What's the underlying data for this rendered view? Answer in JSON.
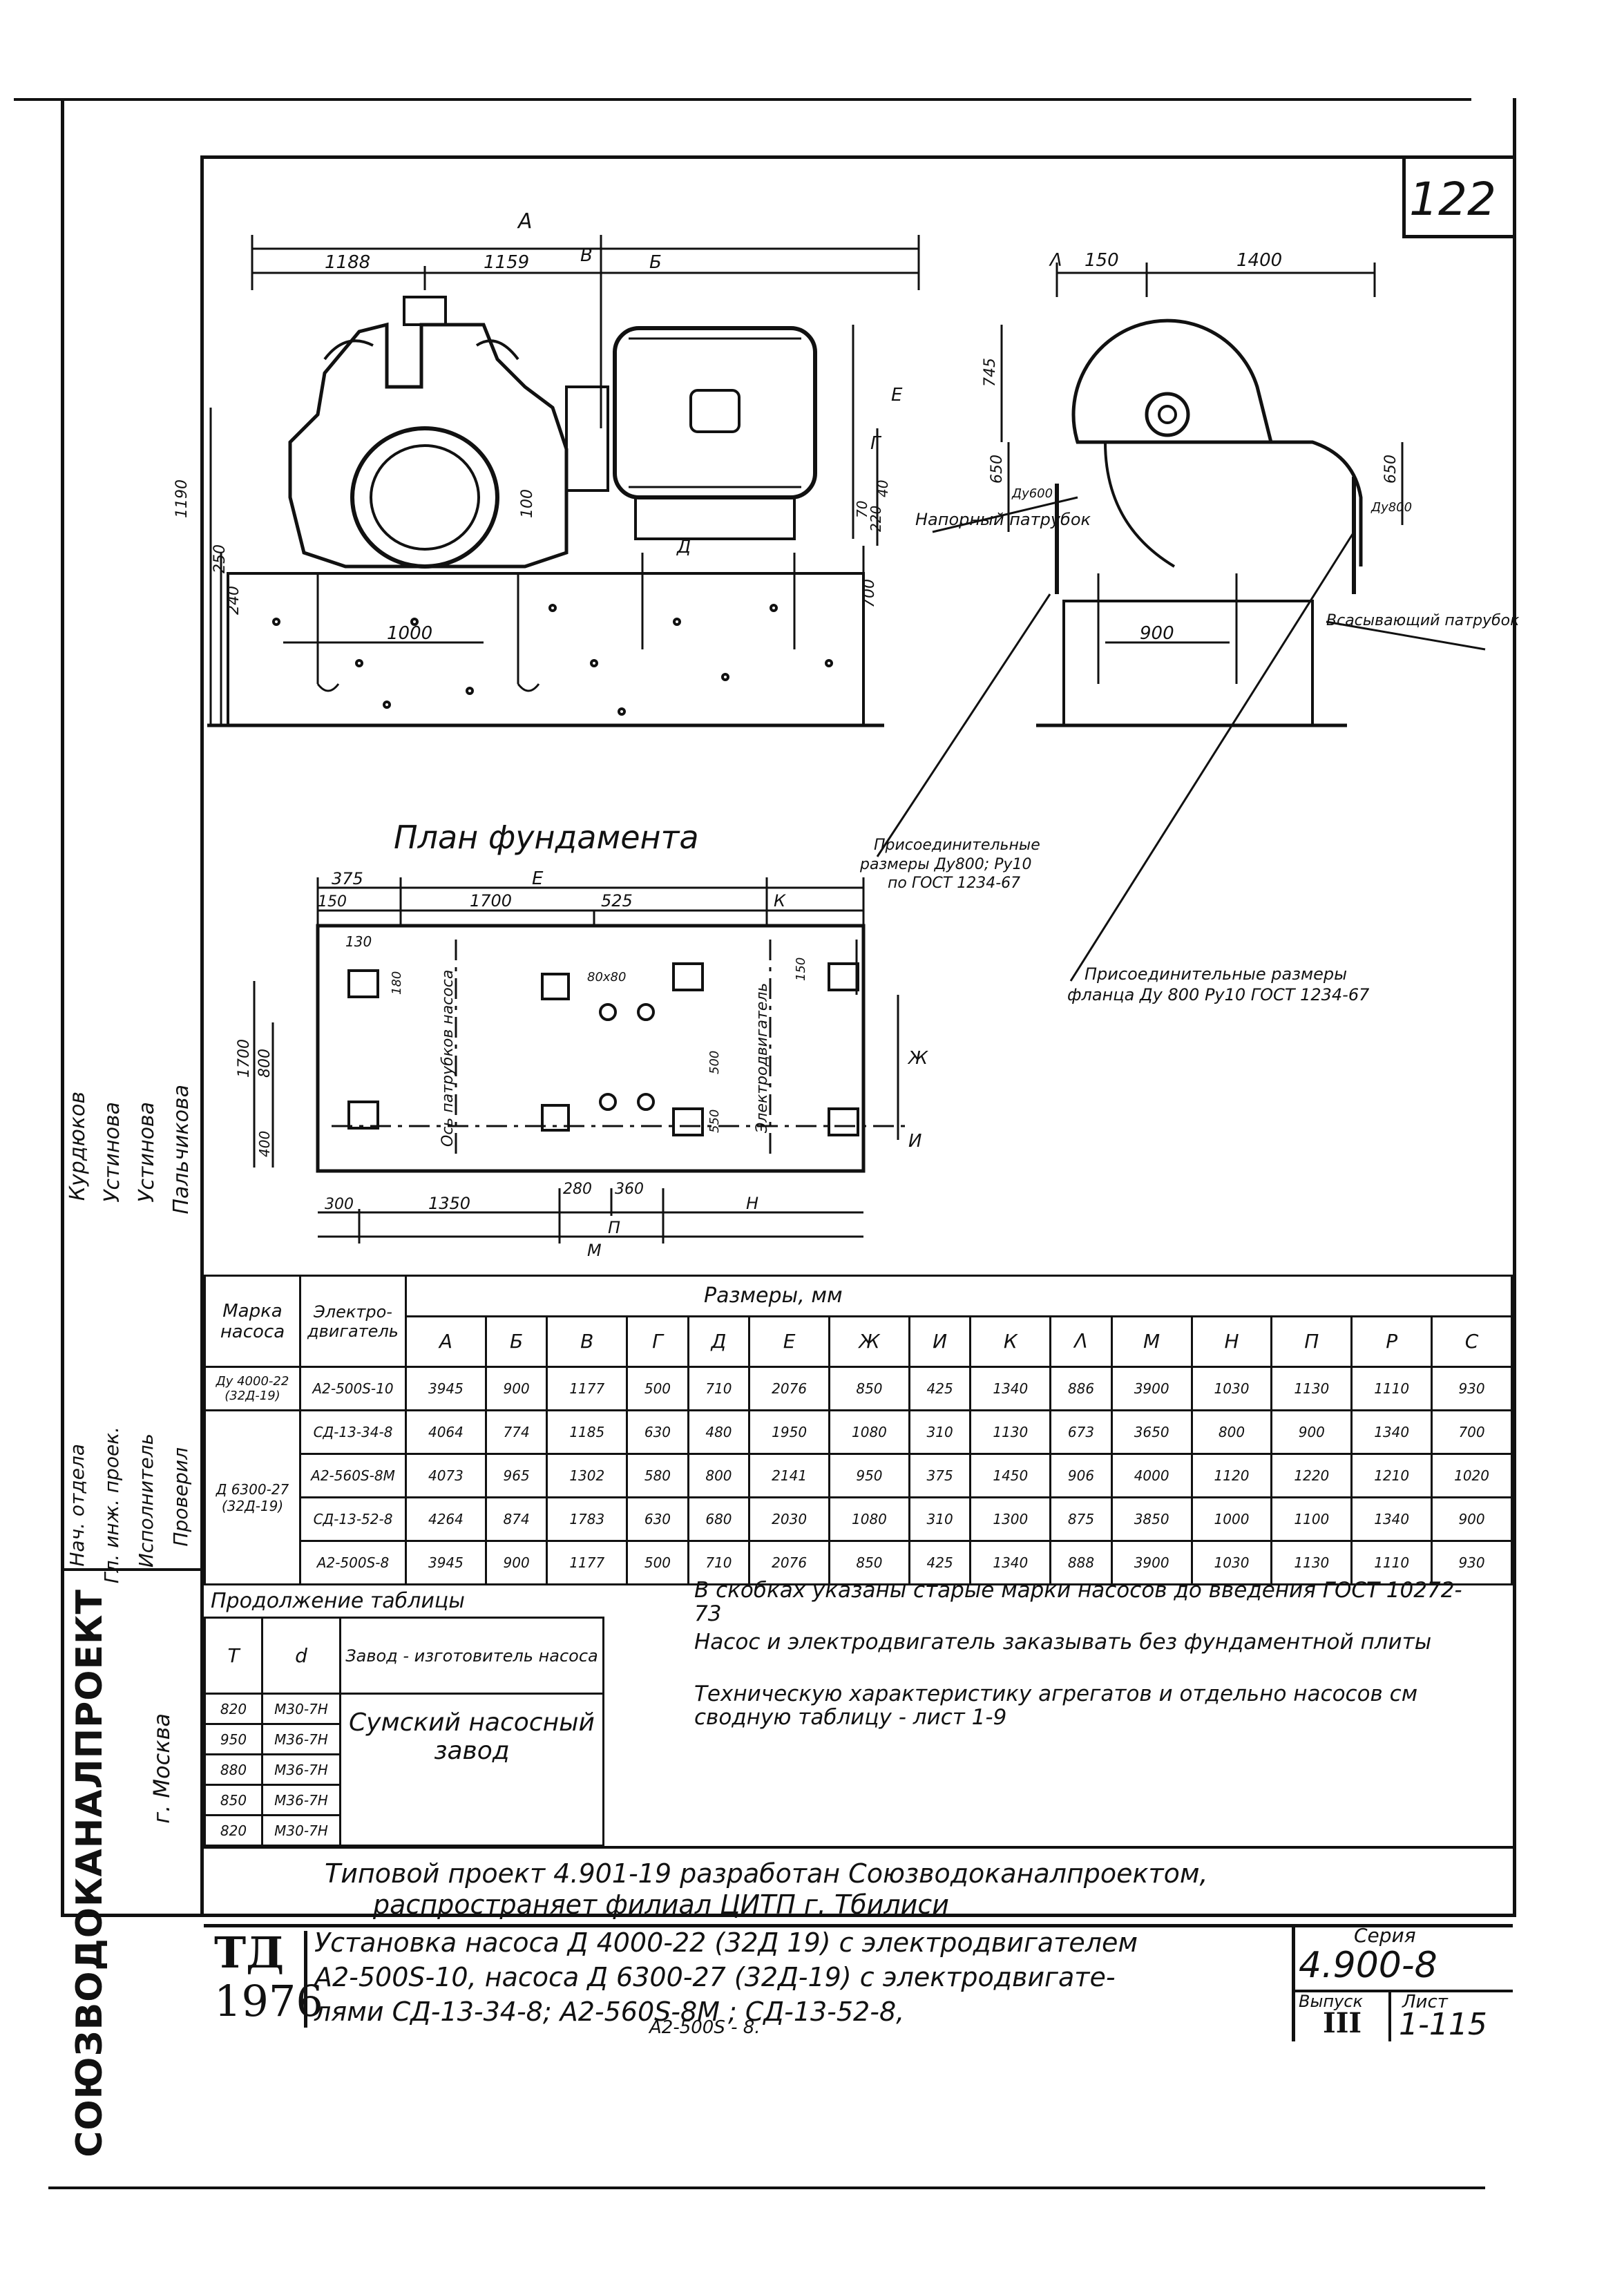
{
  "sheet_number": "122",
  "elevation_dims": {
    "A": "A",
    "d1188": "1188",
    "d1159": "1159",
    "B": "В",
    "Bb": "Б",
    "d1190": "1190",
    "d1000": "1000",
    "d240": "240",
    "d250": "250",
    "d700": "700",
    "d100": "100",
    "E": "Е",
    "G": "Г",
    "d40": "40",
    "d70": "70",
    "d220": "220",
    "D": "Д"
  },
  "side_dims": {
    "L": "Λ",
    "d150": "150",
    "d1400": "1400",
    "d745": "745",
    "d650a": "650",
    "d650b": "650",
    "du600": "Ду600",
    "du800": "Ду800",
    "d900": "900"
  },
  "callouts": {
    "discharge": "Напорный патрубок",
    "suction": "Всасывающий патрубок",
    "conn1_line1": "Присоединительные",
    "conn1_line2": "размеры Ду800; Ру10",
    "conn1_line3": "по ГОСТ 1234-67",
    "conn2_line1": "Присоединительные размеры",
    "conn2_line2": "фланца Ду 800 Ру10 ГОСТ 1234-67"
  },
  "plan": {
    "title": "План фундамента",
    "d375": "375",
    "E": "Е",
    "d150": "150",
    "d1700": "1700",
    "d525": "525",
    "K": "К",
    "d130": "130",
    "d180": "180",
    "d80x80": "80х80",
    "d1700v": "1700",
    "d800": "800",
    "d400": "400",
    "d500": "500",
    "d550": "550",
    "d150b": "150",
    "Zh": "Ж",
    "I": "И",
    "d300": "300",
    "d1350": "1350",
    "d280": "280",
    "d360": "360",
    "P": "П",
    "N": "Н",
    "M": "М",
    "pump_axis": "Ось патрубков насоса",
    "motor_label": "Электродвигатель"
  },
  "table": {
    "col_pump": "Марка насоса",
    "col_motor": "Электро-двигатель",
    "dims_header": "Размеры, мм",
    "letters": [
      "А",
      "Б",
      "В",
      "Г",
      "Д",
      "Е",
      "Ж",
      "И",
      "К",
      "Λ",
      "М",
      "Н",
      "П",
      "Р",
      "С"
    ],
    "group1_pump": "Ду 4000-22 (32Д-19)",
    "group2_pump": "Д 6300-27 (32Д-19)",
    "rows": [
      {
        "motor": "А2-500S-10",
        "values": [
          "3945",
          "900",
          "1177",
          "500",
          "710",
          "2076",
          "850",
          "425",
          "1340",
          "886",
          "3900",
          "1030",
          "1130",
          "1110",
          "930"
        ]
      },
      {
        "motor": "СД-13-34-8",
        "values": [
          "4064",
          "774",
          "1185",
          "630",
          "480",
          "1950",
          "1080",
          "310",
          "1130",
          "673",
          "3650",
          "800",
          "900",
          "1340",
          "700"
        ]
      },
      {
        "motor": "А2-560S-8М",
        "values": [
          "4073",
          "965",
          "1302",
          "580",
          "800",
          "2141",
          "950",
          "375",
          "1450",
          "906",
          "4000",
          "1120",
          "1220",
          "1210",
          "1020"
        ]
      },
      {
        "motor": "СД-13-52-8",
        "values": [
          "4264",
          "874",
          "1783",
          "630",
          "680",
          "2030",
          "1080",
          "310",
          "1300",
          "875",
          "3850",
          "1000",
          "1100",
          "1340",
          "900"
        ]
      },
      {
        "motor": "А2-500S-8",
        "values": [
          "3945",
          "900",
          "1177",
          "500",
          "710",
          "2076",
          "850",
          "425",
          "1340",
          "888",
          "3900",
          "1030",
          "1130",
          "1110",
          "930"
        ]
      }
    ]
  },
  "continuation": {
    "title": "Продолжение таблицы",
    "col_t": "Т",
    "col_d": "d",
    "col_maker": "Завод - изготовитель насоса",
    "rows": [
      {
        "t": "820",
        "d": "М30-7Н"
      },
      {
        "t": "950",
        "d": "М36-7Н"
      },
      {
        "t": "880",
        "d": "М36-7Н"
      },
      {
        "t": "850",
        "d": "М36-7Н"
      },
      {
        "t": "820",
        "d": "М30-7Н"
      }
    ],
    "maker": "Сумский насосный завод"
  },
  "notes": {
    "n1": "В скобках указаны старые марки насосов до введения ГОСТ 10272-73",
    "n2": "Насос и электродвигатель заказывать без фундаментной плиты",
    "n3": "Техническую характеристику агрегатов и отдельно насосов см сводную таблицу - лист 1-9"
  },
  "project_note_line1": "Типовой проект 4.901-19 разработан Союзводоканалпроектом,",
  "project_note_line2": "распространяет филиал ЦИТП г. Тбилиси",
  "title_block": {
    "td": "ТД",
    "year": "1976",
    "title_line1": "Установка насоса Д 4000-22 (32Д 19) с электродвигателем",
    "title_line2": "А2-500S-10, насоса Д 6300-27 (32Д-19) с электродвигате-",
    "title_line3": "лями СД-13-34-8; А2-560S-8М ; СД-13-52-8,",
    "title_line4": "А2-500S - 8.",
    "series_label": "Серия",
    "series_value": "4.900-8",
    "issue_label": "Выпуск",
    "issue_value": "III",
    "sheet_label": "Лист",
    "sheet_value": "1-115"
  },
  "side_block": {
    "org": "СОЮЗВОДОКАНАЛПРОЕКТ",
    "city": "г. Москва",
    "roles": [
      "Нач. отдела",
      "Гл. инж. проек.",
      "Исполнитель",
      "Проверил"
    ],
    "names": [
      "Курдюков",
      "Устинова",
      "Устинова",
      "Пальчикова"
    ]
  }
}
